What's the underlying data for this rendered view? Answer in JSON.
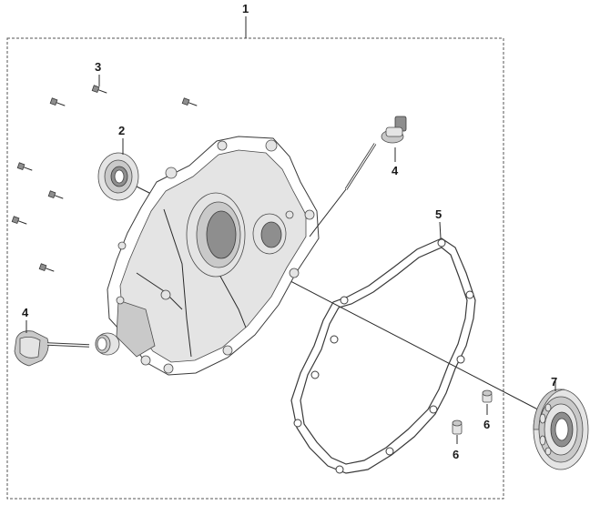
{
  "callouts": {
    "assembly": "1",
    "oil_seal": "2",
    "bolt": "3",
    "dipstick_right": "4",
    "dipstick_left": "4",
    "gasket": "5",
    "dowel_pin_upper": "6",
    "dowel_pin_lower": "6",
    "bearing": "7"
  }
}
